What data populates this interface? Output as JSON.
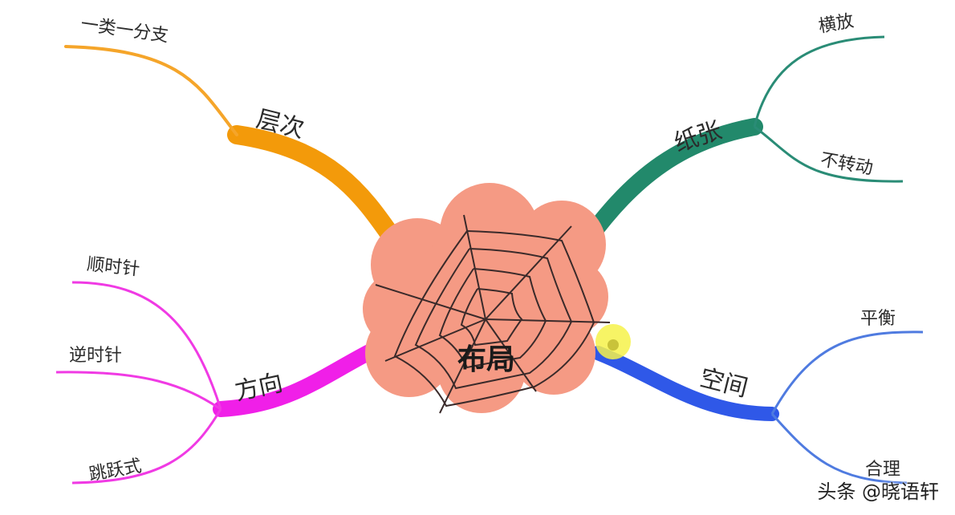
{
  "center": {
    "label": "布局"
  },
  "branches": {
    "top_left": {
      "label": "层次",
      "color": "#f39a0a",
      "leaves": [
        "一类一分支"
      ]
    },
    "top_right": {
      "label": "纸张",
      "color": "#22896b",
      "leaves": [
        "横放",
        "不转动"
      ]
    },
    "bottom_left": {
      "label": "方向",
      "color": "#f01fe8",
      "leaves": [
        "顺时针",
        "逆时针",
        "跳跃式"
      ]
    },
    "bottom_right": {
      "label": "空间",
      "color": "#2f58e8",
      "leaves": [
        "平衡",
        "合理"
      ]
    }
  },
  "center_colors": {
    "cloud": "#f59a84",
    "cloud_edge": "#f08a72",
    "web": "#3a2a2a",
    "highlight": "#f6f24a"
  },
  "watermark": "头条 @晓语轩"
}
